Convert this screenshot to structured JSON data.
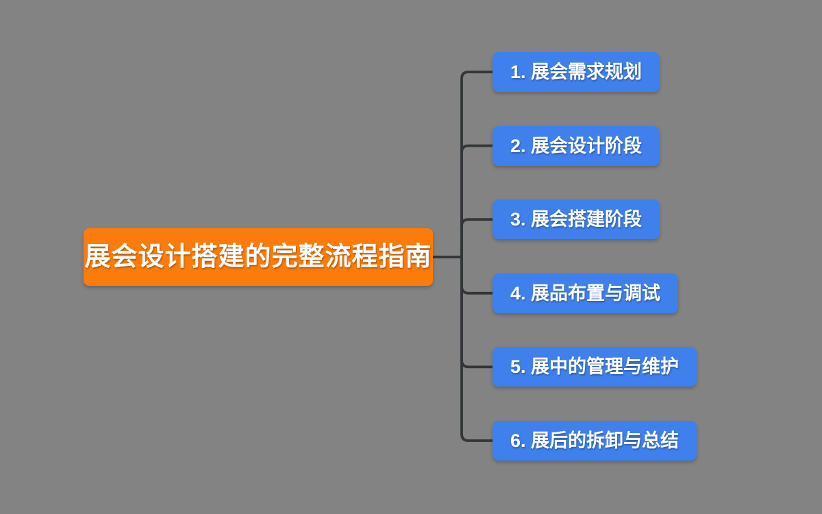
{
  "canvas": {
    "background_color": "#838383"
  },
  "mindmap": {
    "root": {
      "label": "展会设计搭建的完整流程指南",
      "color": "#FB7C0D",
      "text_color": "#FFFFFF"
    },
    "branches": [
      {
        "label": "1. 展会需求规划"
      },
      {
        "label": "2. 展会设计阶段"
      },
      {
        "label": "3. 展会搭建阶段"
      },
      {
        "label": "4. 展品布置与调试"
      },
      {
        "label": "5. 展中的管理与维护"
      },
      {
        "label": "6. 展后的拆卸与总结"
      }
    ],
    "branch_color": "#4080EC",
    "branch_text_color": "#FFFFFF",
    "connector_color": "#323639"
  }
}
